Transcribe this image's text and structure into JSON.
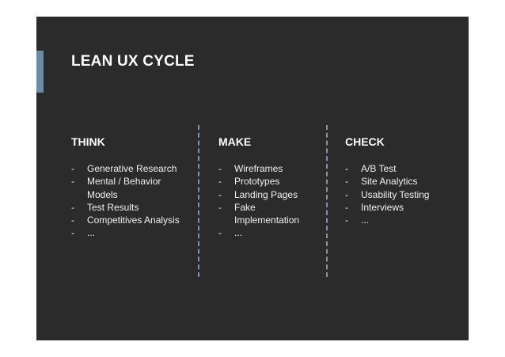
{
  "slide": {
    "title": "LEAN UX CYCLE",
    "columns": [
      {
        "heading": "THINK",
        "items": [
          "Generative Research",
          "Mental / Behavior Models",
          "Test Results",
          "Competitives Analysis",
          "..."
        ]
      },
      {
        "heading": "MAKE",
        "items": [
          "Wireframes",
          "Prototypes",
          "Landing Pages",
          "Fake Implementation",
          "..."
        ]
      },
      {
        "heading": "CHECK",
        "items": [
          "A/B Test",
          "Site Analytics",
          "Usability Testing",
          "Interviews",
          "..."
        ]
      }
    ]
  },
  "colors": {
    "slide_background": "#2b2b2b",
    "accent": "#6f8aa3",
    "divider": "#7f93a8",
    "text": "#ffffff"
  }
}
